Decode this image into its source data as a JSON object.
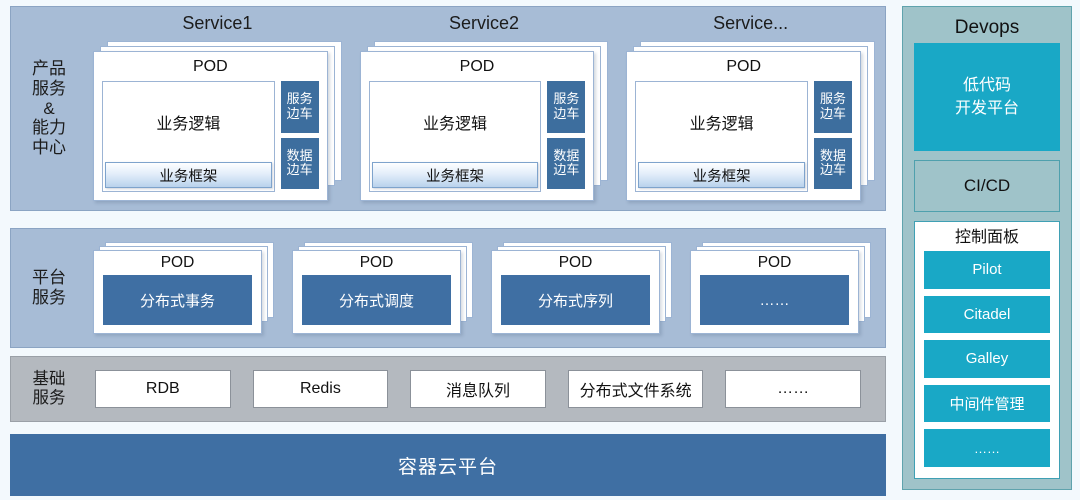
{
  "layers": {
    "product": {
      "label_lines": [
        "产品",
        "服务",
        "&",
        "能力",
        "中心"
      ],
      "groups": [
        {
          "title": "Service1",
          "pod_title": "POD",
          "business_logic": "业务逻辑",
          "business_framework": "业务框架",
          "sidecars": [
            {
              "line1": "服务",
              "line2": "边车"
            },
            {
              "line1": "数据",
              "line2": "边车"
            }
          ]
        },
        {
          "title": "Service2",
          "pod_title": "POD",
          "business_logic": "业务逻辑",
          "business_framework": "业务框架",
          "sidecars": [
            {
              "line1": "服务",
              "line2": "边车"
            },
            {
              "line1": "数据",
              "line2": "边车"
            }
          ]
        },
        {
          "title": "Service...",
          "pod_title": "POD",
          "business_logic": "业务逻辑",
          "business_framework": "业务框架",
          "sidecars": [
            {
              "line1": "服务",
              "line2": "边车"
            },
            {
              "line1": "数据",
              "line2": "边车"
            }
          ]
        }
      ]
    },
    "platform": {
      "label_lines": [
        "平台",
        "服务"
      ],
      "pods": [
        {
          "pod_title": "POD",
          "name": "分布式事务"
        },
        {
          "pod_title": "POD",
          "name": "分布式调度"
        },
        {
          "pod_title": "POD",
          "name": "分布式序列"
        },
        {
          "pod_title": "POD",
          "name": "……"
        }
      ]
    },
    "basic": {
      "label_lines": [
        "基础",
        "服务"
      ],
      "items": [
        "RDB",
        "Redis",
        "消息队列",
        "分布式文件系统",
        "……"
      ]
    },
    "container": {
      "label": "容器云平台"
    }
  },
  "devops": {
    "title": "Devops",
    "lowcode": {
      "line1": "低代码",
      "line2": "开发平台"
    },
    "cicd": "CI/CD",
    "control_panel": {
      "title": "控制面板",
      "items": [
        "Pilot",
        "Citadel",
        "Galley",
        "中间件管理",
        "……"
      ]
    }
  },
  "colors": {
    "page_background": "#f3f9fd",
    "band_blue": "#a7bcd6",
    "band_gray": "#b4b9bf",
    "container_blue": "#3f6fa3",
    "sidecar_blue": "#3d6e9e",
    "devops_panel": "#9fc3c9",
    "devops_accent": "#19a8c6"
  }
}
